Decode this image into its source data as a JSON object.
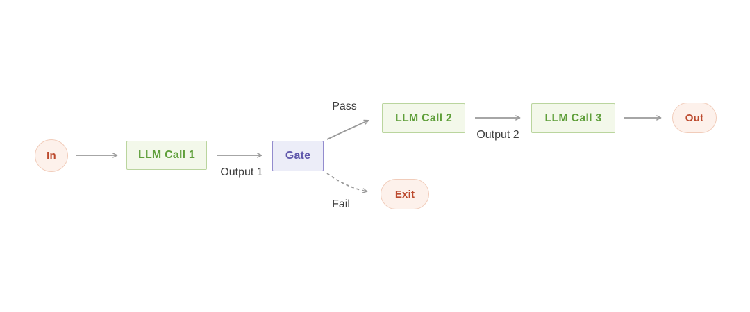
{
  "colors": {
    "background": "#ffffff",
    "arrow": "#999999",
    "edge_label": "#3d3d3d",
    "green_fill": "#f3f8ea",
    "green_border": "#bad59e",
    "green_text": "#5f9f3a",
    "pink_fill": "#fdf1eb",
    "pink_border": "#f1ccba",
    "pink_text": "#bc4a2e",
    "purple_fill": "#ecedf8",
    "purple_border": "#938cce",
    "purple_text": "#5f57ab"
  },
  "diagram": {
    "nodes": {
      "in": {
        "label": "In"
      },
      "llm_call_1": {
        "label": "LLM Call 1"
      },
      "gate": {
        "label": "Gate"
      },
      "llm_call_2": {
        "label": "LLM Call 2"
      },
      "llm_call_3": {
        "label": "LLM Call 3"
      },
      "out": {
        "label": "Out"
      },
      "exit": {
        "label": "Exit"
      }
    },
    "edge_labels": {
      "output1": "Output 1",
      "output2": "Output 2",
      "pass": "Pass",
      "fail": "Fail"
    }
  }
}
